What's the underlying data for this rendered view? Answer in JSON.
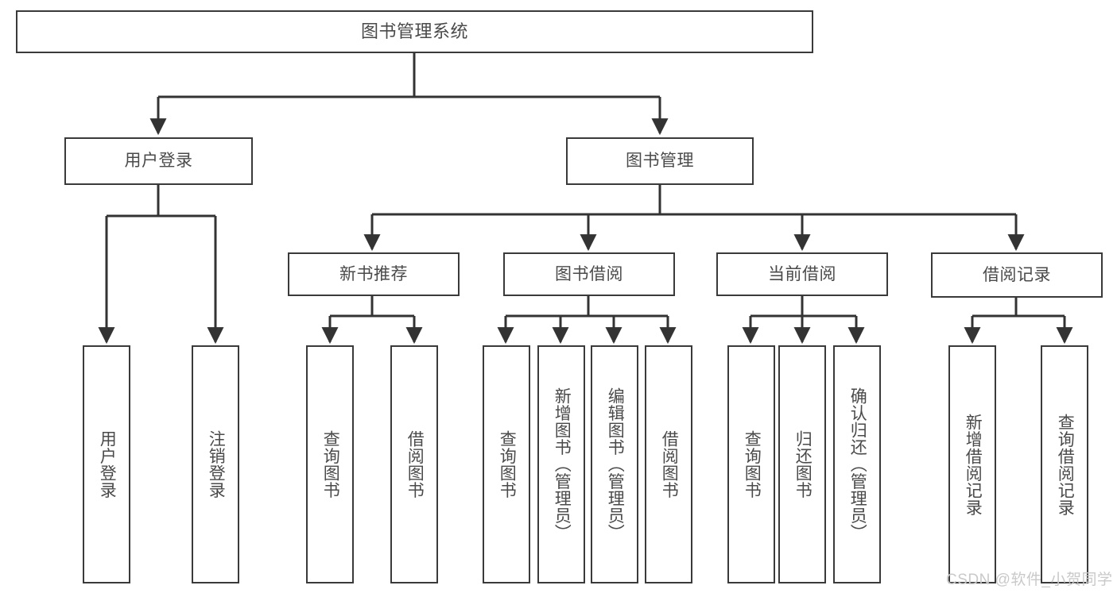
{
  "diagram": {
    "title": "图书管理系统",
    "type": "functional-structure-tree",
    "watermark": "CSDN @软件_小贺同学",
    "colors": {
      "node_border": "#3a3a3a",
      "node_fill": "#ffffff",
      "text": "#4a4a4a",
      "connector": "#333333",
      "watermark": "#c9c9c9",
      "background": "#ffffff"
    },
    "root": {
      "label": "图书管理系统"
    },
    "level2": [
      {
        "label": "用户登录"
      },
      {
        "label": "图书管理"
      }
    ],
    "level3": [
      {
        "label": "新书推荐"
      },
      {
        "label": "图书借阅"
      },
      {
        "label": "当前借阅"
      },
      {
        "label": "借阅记录"
      }
    ],
    "leaves": {
      "user_login": [
        {
          "label": "用户登录"
        },
        {
          "label": "注销登录"
        }
      ],
      "new_book_recommend": [
        {
          "label": "查询图书"
        },
        {
          "label": "借阅图书"
        }
      ],
      "book_borrow": [
        {
          "label": "查询图书"
        },
        {
          "label": "新增图书（管理员）"
        },
        {
          "label": "编辑图书（管理员）"
        },
        {
          "label": "借阅图书"
        }
      ],
      "current_borrow": [
        {
          "label": "查询图书"
        },
        {
          "label": "归还图书"
        },
        {
          "label": "确认归还（管理员）"
        }
      ],
      "borrow_record": [
        {
          "label": "新增借阅记录"
        },
        {
          "label": "查询借阅记录"
        }
      ]
    }
  }
}
